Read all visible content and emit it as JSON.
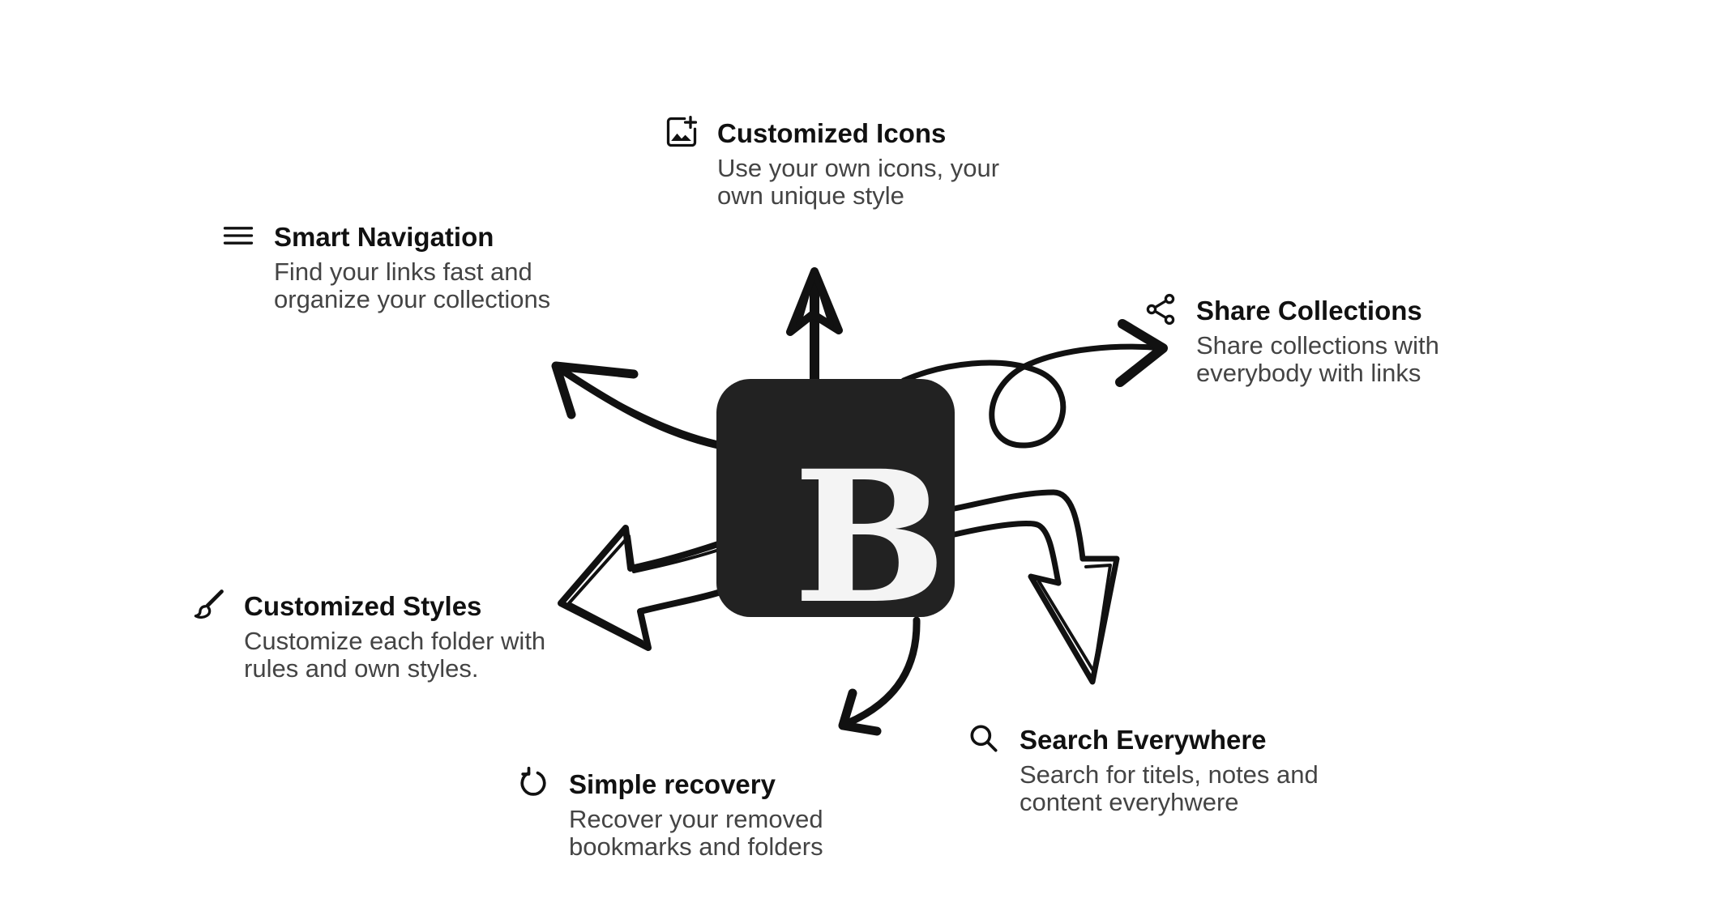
{
  "logo": {
    "letter": "B"
  },
  "features": [
    {
      "id": "customized-icons",
      "icon": "image-add-icon",
      "title": "Customized Icons",
      "description": "Use your own icons, your\nown unique style"
    },
    {
      "id": "smart-navigation",
      "icon": "menu-icon",
      "title": "Smart Navigation",
      "description": "Find your links fast and\norganize your collections"
    },
    {
      "id": "share-collections",
      "icon": "share-icon",
      "title": "Share Collections",
      "description": "Share collections with\neverybody with links"
    },
    {
      "id": "customized-styles",
      "icon": "brush-icon",
      "title": "Customized Styles",
      "description": "Customize each folder with\nrules and own styles."
    },
    {
      "id": "search-everywhere",
      "icon": "search-icon",
      "title": "Search Everywhere",
      "description": "Search for titels, notes and\ncontent everyhwere"
    },
    {
      "id": "simple-recovery",
      "icon": "refresh-icon",
      "title": "Simple recovery",
      "description": "Recover your removed\nbookmarks and folders"
    }
  ],
  "colors": {
    "ink": "#111111",
    "logo_bg": "#222222",
    "logo_letter": "#f4f4f4",
    "description_text": "#444444",
    "background": "#ffffff"
  }
}
